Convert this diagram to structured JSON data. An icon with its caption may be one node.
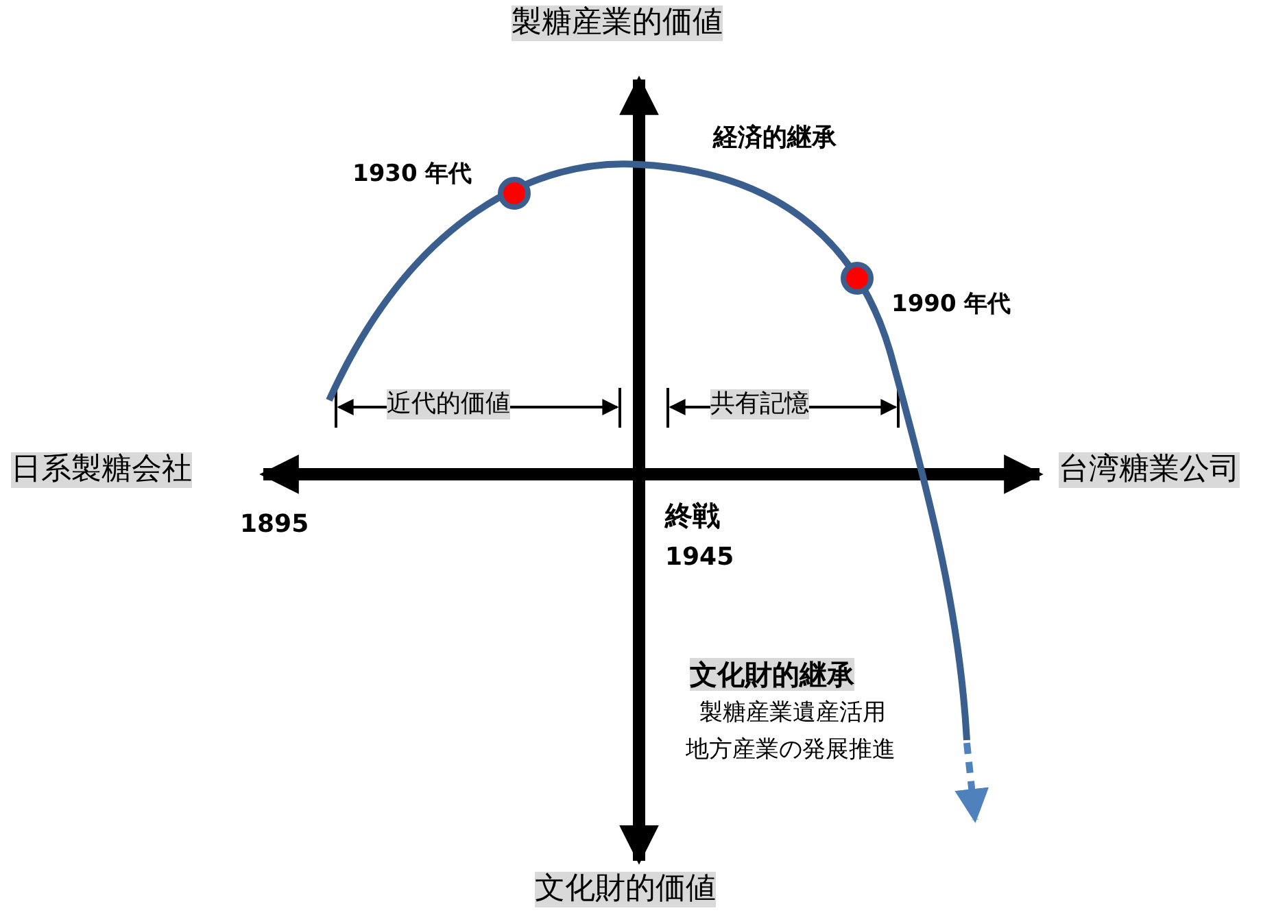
{
  "diagram": {
    "labels": [
      "製糖産業的価値",
      "経済的継承",
      "1930 年代",
      "1990 年代",
      "近代的価値",
      "共有記憶",
      "日系製糖会社",
      "台湾糖業公司",
      "1895",
      "終戦",
      "1945",
      "文化財的継承",
      "製糖産業遺産活用",
      "地方産業の発展推進",
      "文化財的価値"
    ]
  }
}
